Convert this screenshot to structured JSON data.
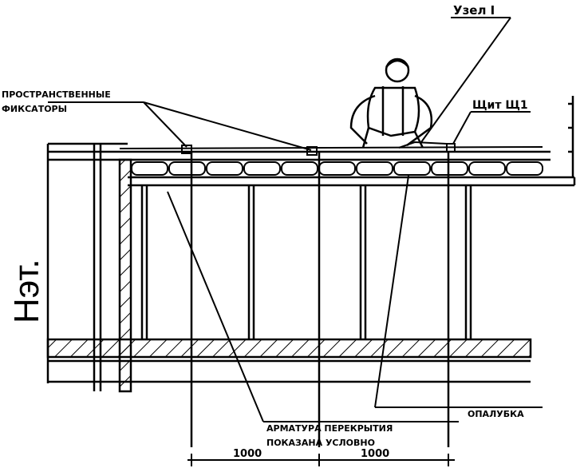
{
  "labels": {
    "node": "Узел I",
    "fixators_line1": "ПРОСТРАНСТВЕННЫЕ",
    "fixators_line2": "ФИКСАТОРЫ",
    "shield": "Щит Щ1",
    "height": "Нэт.",
    "rebar_line1": "АРМАТУРА ПЕРЕКРЫТИЯ",
    "rebar_line2": "ПОКАЗАНА УСЛОВНО",
    "formwork": "ОПАЛУБКА",
    "dim_left": "1000",
    "dim_right": "1000"
  }
}
